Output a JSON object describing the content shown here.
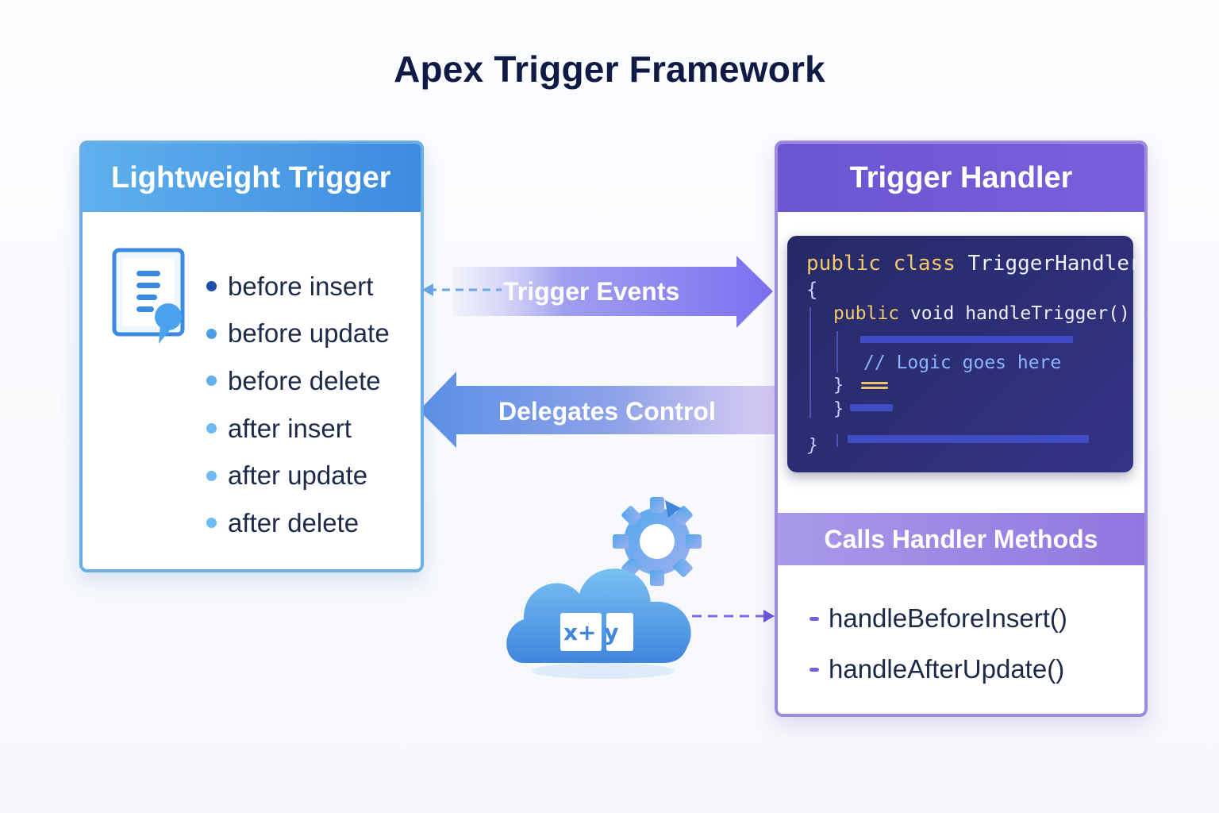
{
  "title": "Apex Trigger Framework",
  "left_panel": {
    "header": "Lightweight Trigger",
    "icon": "document-list-icon",
    "events": [
      {
        "label": "before insert",
        "color": "#1f4fa8"
      },
      {
        "label": "before update",
        "color": "#4d9ee6"
      },
      {
        "label": "before delete",
        "color": "#5fb0ec"
      },
      {
        "label": "after insert",
        "color": "#6dbbf0"
      },
      {
        "label": "after update",
        "color": "#6dbbf0"
      },
      {
        "label": "after delete",
        "color": "#6dbbf0"
      }
    ]
  },
  "arrows": {
    "trigger_events": "Trigger Events",
    "delegates_control": "Delegates Control"
  },
  "right_panel": {
    "header": "Trigger Handler",
    "code": {
      "line1_kw": "public class",
      "line1_name": "TriggerHandler",
      "line2": "{",
      "line3_kw": "public",
      "line3_rest": "void handleTrigger() {",
      "line4": "// Logic goes here",
      "line5": "}",
      "line6": "}",
      "line7": "}"
    },
    "calls_banner": "Calls Handler Methods",
    "methods": [
      "handleBeforeInsert()",
      "handleAfterUpdate()"
    ]
  },
  "decorations": {
    "cloud_icon": "cloud-formula-icon",
    "cloud_text": "x+ y",
    "gear_icon": "gear-sync-icon"
  },
  "colors": {
    "blue_accent": "#3d8be0",
    "purple_accent": "#6b55d0",
    "title": "#0f1b45"
  }
}
